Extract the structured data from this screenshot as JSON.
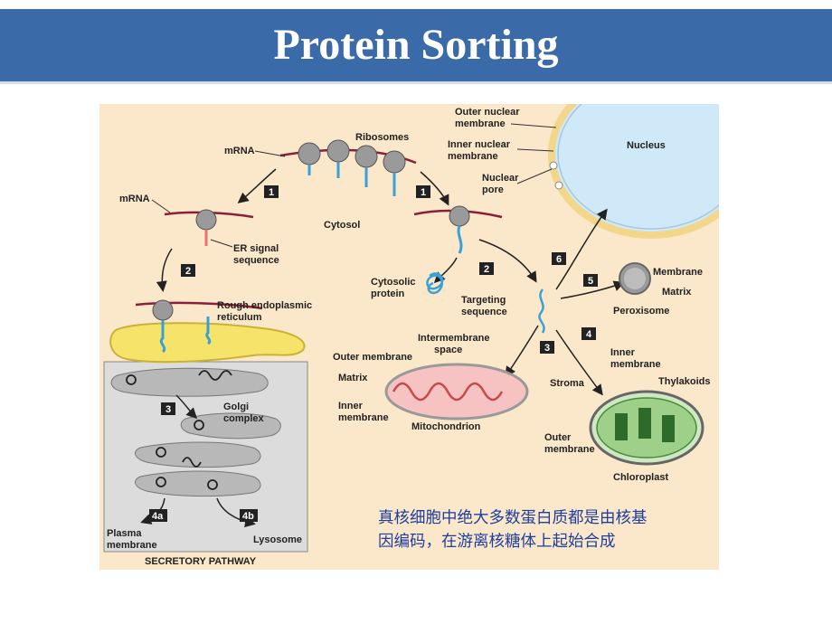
{
  "title": "Protein Sorting",
  "diagram": {
    "labels": {
      "outer_nuclear_membrane": [
        "Outer nuclear",
        "membrane"
      ],
      "inner_nuclear_membrane": [
        "Inner nuclear",
        "membrane"
      ],
      "nuclear_pore": [
        "Nuclear",
        "pore"
      ],
      "nucleus": "Nucleus",
      "ribosomes": "Ribosomes",
      "mrna_top": "mRNA",
      "mrna_left": "mRNA",
      "cytosol": "Cytosol",
      "er_signal_sequence": [
        "ER signal",
        "sequence"
      ],
      "rough_er": [
        "Rough endoplasmic",
        "reticulum"
      ],
      "cytosolic_protein": [
        "Cytosolic",
        "protein"
      ],
      "targeting_sequence": [
        "Targeting",
        "sequence"
      ],
      "membrane": "Membrane",
      "matrix_peroxisome": "Matrix",
      "peroxisome": "Peroxisome",
      "intermembrane_space": [
        "Intermembrane",
        "space"
      ],
      "outer_membrane_mito": "Outer membrane",
      "matrix_mito": "Matrix",
      "inner_membrane_mito": [
        "Inner",
        "membrane"
      ],
      "mitochondrion": "Mitochondrion",
      "inner_membrane_chloro": [
        "Inner",
        "membrane"
      ],
      "stroma": "Stroma",
      "thylakoids": "Thylakoids",
      "outer_membrane_chloro": [
        "Outer",
        "membrane"
      ],
      "chloroplast": "Chloroplast",
      "golgi_complex": [
        "Golgi",
        "complex"
      ],
      "plasma_membrane": [
        "Plasma",
        "membrane"
      ],
      "lysosome": "Lysosome",
      "secretory_pathway": "SECRETORY PATHWAY"
    },
    "steps": {
      "s1_left": "1",
      "s1_right": "1",
      "s2_left": "2",
      "s2_right": "2",
      "s3_golgi": "3",
      "s3_mito": "3",
      "s4_chloro": "4",
      "s4a": "4a",
      "s4b": "4b",
      "s5": "5",
      "s6": "6"
    }
  },
  "note": [
    "真核细胞中绝大多数蛋白质都是由核基",
    "因编码，在游离核糖体上起始合成"
  ],
  "colors": {
    "title_bar": "#3a6aa8",
    "cytosol_bg": "#fbe7c9",
    "nucleus": "#cfe9f8",
    "secretory_bg": "#dcdcdc",
    "note_text": "#1e3f9e",
    "protein_strand": "#3aa0d8",
    "mrna": "#8a1f3a"
  }
}
